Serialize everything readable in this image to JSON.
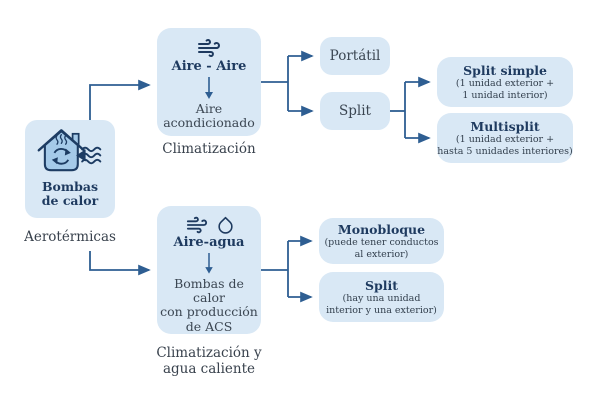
{
  "root": {
    "icon": "heat-pump-house-icon",
    "title": [
      "Bombas",
      "de calor"
    ],
    "caption": "Aerotérmicas"
  },
  "air_air": {
    "icon": "wind-icon",
    "heading": "Aire - Aire",
    "description": [
      "Aire",
      "acondicionado"
    ],
    "caption": "Climatización"
  },
  "air_water": {
    "icons": [
      "wind-icon",
      "droplet-icon"
    ],
    "heading": "Aire-agua",
    "description": [
      "Bombas de calor",
      "con producción",
      "de ACS"
    ],
    "caption": [
      "Climatización y",
      "agua caliente"
    ]
  },
  "air_air_types": [
    {
      "title": "Portátil"
    },
    {
      "title": "Split"
    }
  ],
  "split_subtypes": [
    {
      "title": "Split simple",
      "detail": [
        "(1 unidad exterior +",
        "1 unidad interior)"
      ]
    },
    {
      "title": "Multisplit",
      "detail": [
        "(1 unidad exterior +",
        "hasta 5 unidades interiores)"
      ]
    }
  ],
  "air_water_types": [
    {
      "title": "Monobloque",
      "detail": [
        "(puede tener conductos",
        "al exterior)"
      ]
    },
    {
      "title": "Split",
      "detail": [
        "(hay una unidad",
        "interior y una exterior)"
      ]
    }
  ],
  "colors": {
    "background": "#ffffff",
    "box_fill": "#d9e8f5",
    "connector": "#2e5e92",
    "heading_text": "#1e3a5f",
    "body_text": "#3b4652",
    "icon_fill": "#a5cae9",
    "icon_stroke": "#1d3c63"
  }
}
